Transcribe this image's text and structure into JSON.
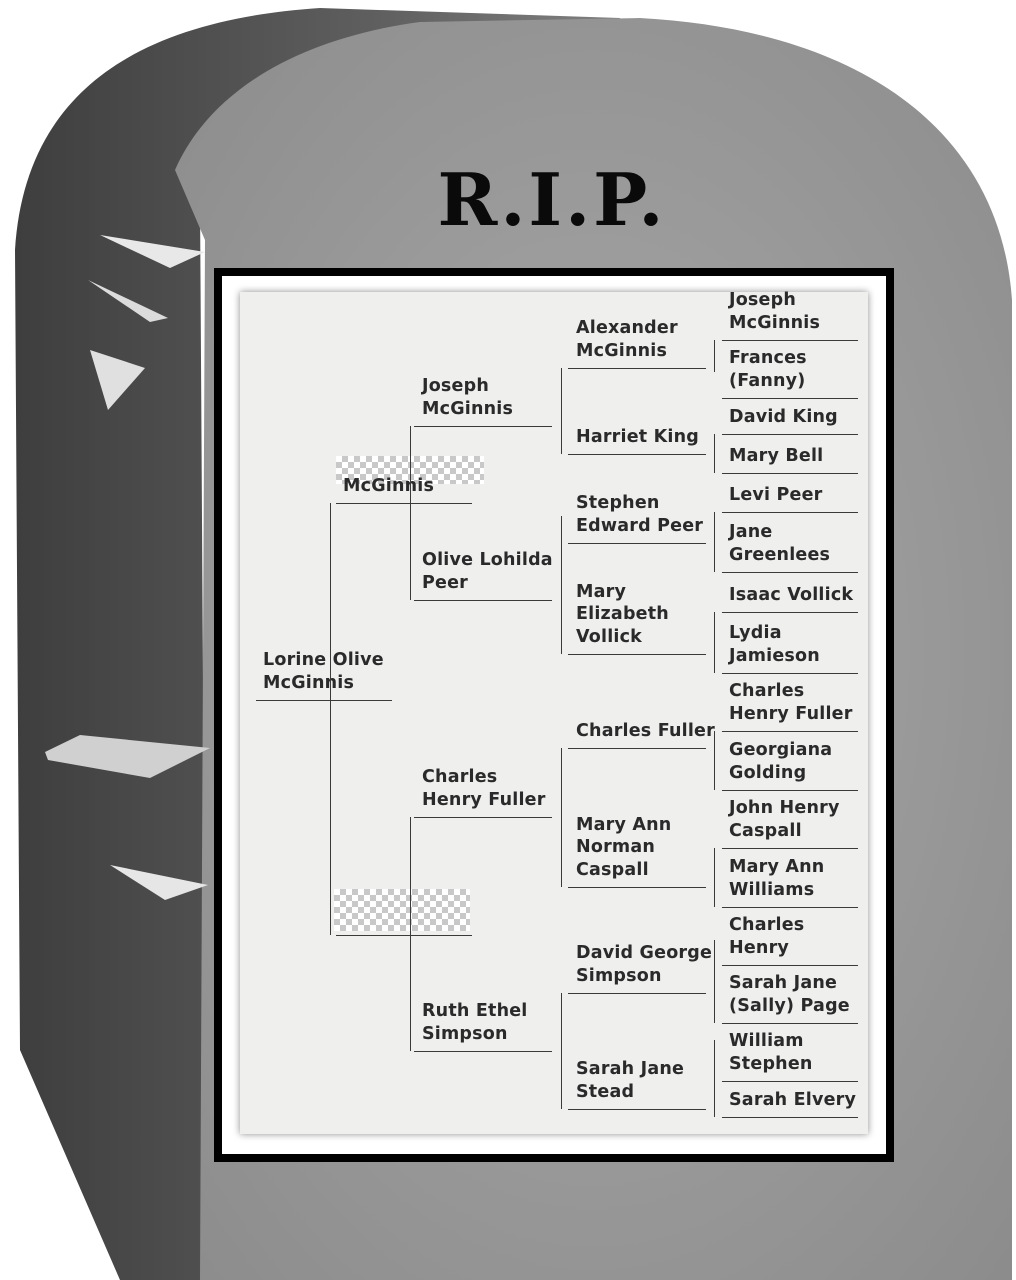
{
  "headstone": {
    "title": "R.I.P."
  },
  "tree": {
    "self": "Lorine Olive\nMcGinnis",
    "father": "McGinnis",
    "mother": "",
    "paternal_grandfather": "Joseph\nMcGinnis",
    "paternal_grandmother": "Olive Lohilda\nPeer",
    "maternal_grandfather": "Charles\nHenry Fuller",
    "maternal_grandmother": "Ruth Ethel\nSimpson",
    "great_grandparents": [
      "Alexander\nMcGinnis",
      "Harriet King",
      "Stephen\nEdward Peer",
      "Mary\nElizabeth\nVollick",
      "Charles Fuller",
      "Mary Ann\nNorman\nCaspall",
      "David George\nSimpson",
      "Sarah Jane\nStead"
    ],
    "great_great_grandparents": [
      "Joseph\nMcGinnis",
      "Frances\n(Fanny)",
      "David King",
      "Mary Bell",
      "Levi Peer",
      "Jane\nGreenlees",
      "Isaac Vollick",
      "Lydia\nJamieson",
      "Charles\nHenry Fuller",
      "Georgiana\nGolding",
      "John Henry\nCaspall",
      "Mary Ann\nWilliams",
      "Charles\nHenry",
      "Sarah Jane\n(Sally) Page",
      "William\nStephen",
      "Sarah Elvery"
    ]
  }
}
